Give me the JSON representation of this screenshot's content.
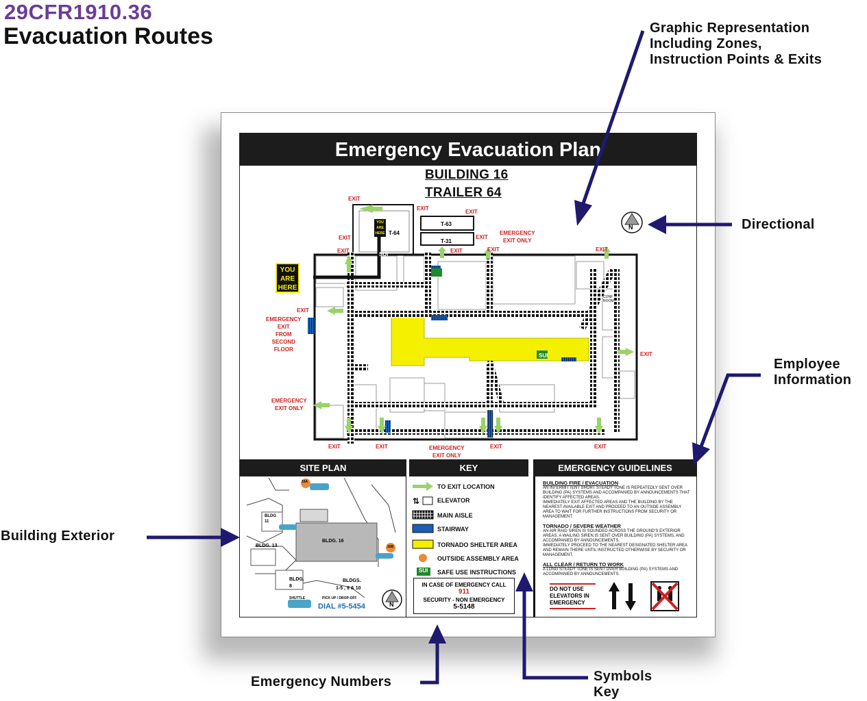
{
  "header": {
    "code": "29CFR1910.36",
    "title": "Evacuation Routes"
  },
  "callouts": {
    "graphic": [
      "Graphic Representation",
      "Including Zones,",
      "Instruction Points & Exits"
    ],
    "directional": "Directional",
    "employee": [
      "Employee",
      "Information"
    ],
    "exterior": "Building Exterior",
    "numbers": "Emergency Numbers",
    "symbols": [
      "Symbols",
      "Key"
    ]
  },
  "plan": {
    "title": "Emergency Evacuation Plan",
    "building": "BUILDING 16",
    "trailer": "TRAILER 64",
    "you_are_here": [
      "YOU",
      "ARE",
      "HERE"
    ],
    "trailer_labels": {
      "t64": "T-64",
      "t63": "T-63",
      "t31": "T-31"
    },
    "conf_room": [
      "CONF",
      "ROOM"
    ],
    "exit": "EXIT",
    "emergency_exit_only": [
      "EMERGENCY",
      "EXIT ONLY"
    ],
    "second_floor": [
      "EMERGENCY",
      "EXIT",
      "FROM",
      "SECOND",
      "FLOOR"
    ]
  },
  "site_plan": {
    "title": "SITE PLAN",
    "bldg16": "BLDG. 16",
    "bldg11": [
      "BLDG",
      "11"
    ],
    "bldg13": "BLDG. 13",
    "bldg8": [
      "BLDG.",
      "8"
    ],
    "bldgs": [
      "BLDGS.",
      "1-5 , 9 & 10"
    ],
    "marker_16a": "16A",
    "marker_16b": "16B",
    "shuttle": "SHUTTLE",
    "pickup": "PICK UP / DROP-OFF",
    "dial": "DIAL #5-5454"
  },
  "key": {
    "title": "KEY",
    "items": [
      "TO EXIT LOCATION",
      "ELEVATOR",
      "MAIN AISLE",
      "STAIRWAY",
      "TORNADO SHELTER AREA",
      "OUTSIDE ASSEMBLY AREA",
      "SAFE USE INSTRUCTIONS"
    ],
    "sui": "SUI",
    "emergency_call": "IN CASE OF EMERGENCY CALL",
    "emergency_number": "911",
    "security": "SECURITY - NON EMERGENCY",
    "security_number": "5-5148"
  },
  "guidelines": {
    "title": "EMERGENCY GUIDELINES",
    "fire_title": "BUILDING FIRE / EVACUATION",
    "fire_text": [
      "AN INTERMITTENT SHORT STEADY TONE IS REPEATEDLY SENT OVER",
      "BUILDING (PA) SYSTEMS AND ACCOMPANIED BY ANNOUNCEMENTS THAT",
      "IDENTIFY AFFECTED AREAS.",
      "IMMEDIATELY EXIT AFFECTED AREAS AND THE BUILDING BY THE",
      "NEAREST AVAILABLE EXIT AND PROCEED TO AN OUTSIDE ASSEMBLY",
      "AREA TO WAIT FOR FURTHER INSTRUCTIONS FROM SECURITY OR",
      "MANAGEMENT."
    ],
    "tornado_title": "TORNADO / SEVERE WEATHER",
    "tornado_text": [
      "AN AIR RAID SIREN IS SOUNDED ACROSS THE GROUND'S EXTERIOR",
      "AREAS. A WAILING SIREN IS SENT OVER BUILDING (PA) SYSTEMS, AND",
      "ACCOMPANIED BY ANNOUNCEMENTS.",
      "IMMEDIATELY PROCEED TO THE NEAREST DESIGNATED SHELTER AREA",
      "AND REMAIN THERE UNTIL INSTRUCTED OTHERWISE BY SECURITY OR",
      "MANAGEMENT."
    ],
    "clear_title": "ALL CLEAR / RETURN TO WORK",
    "clear_text": [
      "A LONG STEADY TONE IS SENT OVER BUILDING (PA) SYSTEMS AND",
      "ACCOMPANIED BY ANNOUNCEMENTS."
    ],
    "elevator_warning": [
      "DO NOT USE",
      "ELEVATORS IN",
      "EMERGENCY"
    ]
  },
  "compass": "N",
  "colors": {
    "accent_purple": "#6a3d96",
    "arrow_navy": "#1f1a6e",
    "exit_red": "#d02020",
    "hallway_yellow": "#f5f000",
    "arrow_green": "#9ad26b",
    "stair_blue": "#1a5fb4",
    "assembly_orange": "#e88a3a"
  }
}
